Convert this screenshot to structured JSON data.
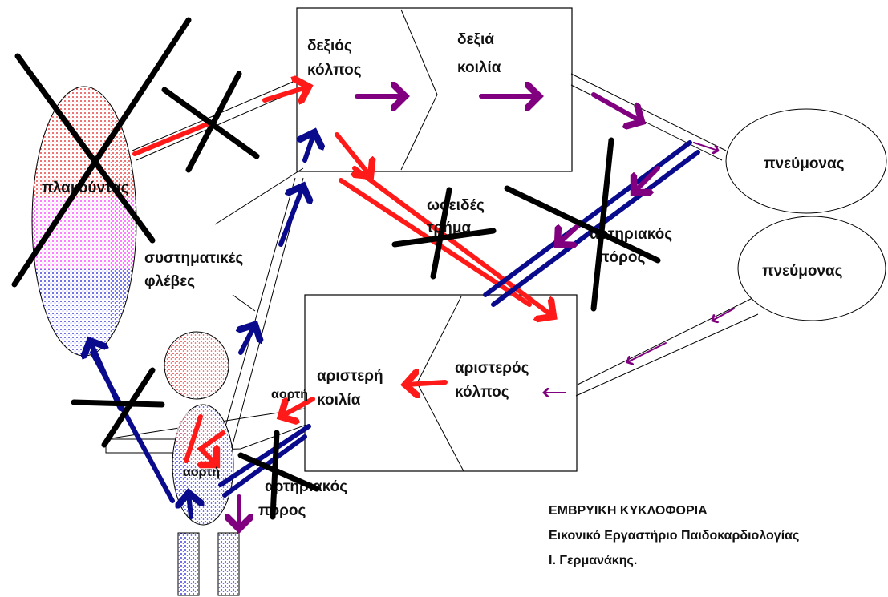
{
  "labels": {
    "right_atrium_1": "δεξιός",
    "right_atrium_2": "κόλπος",
    "right_ventricle_1": "δεξιά",
    "right_ventricle_2": "κοιλία",
    "lung_top": "πνεύμονας",
    "lung_bottom": "πνεύμονας",
    "placenta": "πλακούντας",
    "systemic_veins_1": "συστηματικές",
    "systemic_veins_2": "φλέβες",
    "foramen_ovale_1": "ωοειδές",
    "foramen_ovale_2": "τρήμα",
    "ductus_upper_1": "αρτηριακός",
    "ductus_upper_2": "πόρος",
    "left_ventricle_1": "αριστερή",
    "left_ventricle_2": "κοιλία",
    "left_atrium_1": "αριστερός",
    "left_atrium_2": "κόλπος",
    "aorta_left": "αορτή",
    "aorta_body": "αορτή",
    "ductus_lower_1": "αρτηριακός",
    "ductus_lower_2": "πόρος"
  },
  "credits": {
    "title": "ΕΜΒΡΥΙΚΗ ΚΥΚΛΟΦΟΡΙΑ",
    "line2": "Εικονικό Εργαστήριο Παιδοκαρδιολογίας",
    "line3": "Ι. Γερμανάκης."
  },
  "colors": {
    "oxygenated": "#ff1a1a",
    "deoxygenated": "#0a0a8c",
    "pulmonary": "#800080",
    "mixed": "#ff33ff",
    "cross": "#000000"
  }
}
